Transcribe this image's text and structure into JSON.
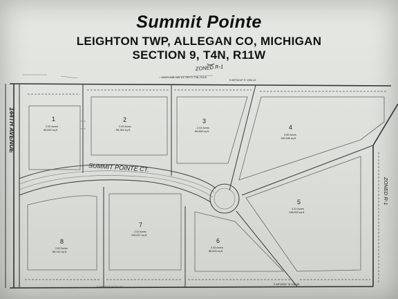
{
  "header": {
    "title": "Summit Pointe",
    "subtitle_line1": "LEIGHTON TWP,  ALLEGAN CO, MICHIGAN",
    "subtitle_line2": "SECTION 9, T4N, R11W"
  },
  "map": {
    "zoned_top": "ZONED R-1",
    "zoned_right": "ZONED R-1",
    "road_left": "144TH AVENUE",
    "court": "SUMMIT POINTE CT.",
    "east_line_note": "EAST LINE, NW 1/4, SEC 9, T4N, R11W",
    "bearing_top": "N 89°56'42\" E  1394.41'",
    "bearing_bottom_left": "S 89°51'37\" W  818.21'",
    "bearing_bottom_right": "S 89°48'53\" W  438.56'",
    "lots": [
      {
        "number": "1",
        "acres": "2.00 Acres",
        "sqft": "86,830 sq.ft."
      },
      {
        "number": "2",
        "acres": "2.00 Acres",
        "sqft": "88,164 sq.ft."
      },
      {
        "number": "3",
        "acres": "2.03 Acres",
        "sqft": "88,568 sq.ft."
      },
      {
        "number": "4",
        "acres": "3.82 Acres",
        "sqft": "166,336 sq.ft."
      },
      {
        "number": "5",
        "acres": "3.41 Acres",
        "sqft": "148,653 sq.ft."
      },
      {
        "number": "6",
        "acres": "2.03 Acres",
        "sqft": "88,593 sq.ft."
      },
      {
        "number": "7",
        "acres": "2.44 Acres",
        "sqft": "106,537 sq.ft."
      },
      {
        "number": "8",
        "acres": "2.02 Acres",
        "sqft": "88,144 sq.ft."
      }
    ]
  }
}
